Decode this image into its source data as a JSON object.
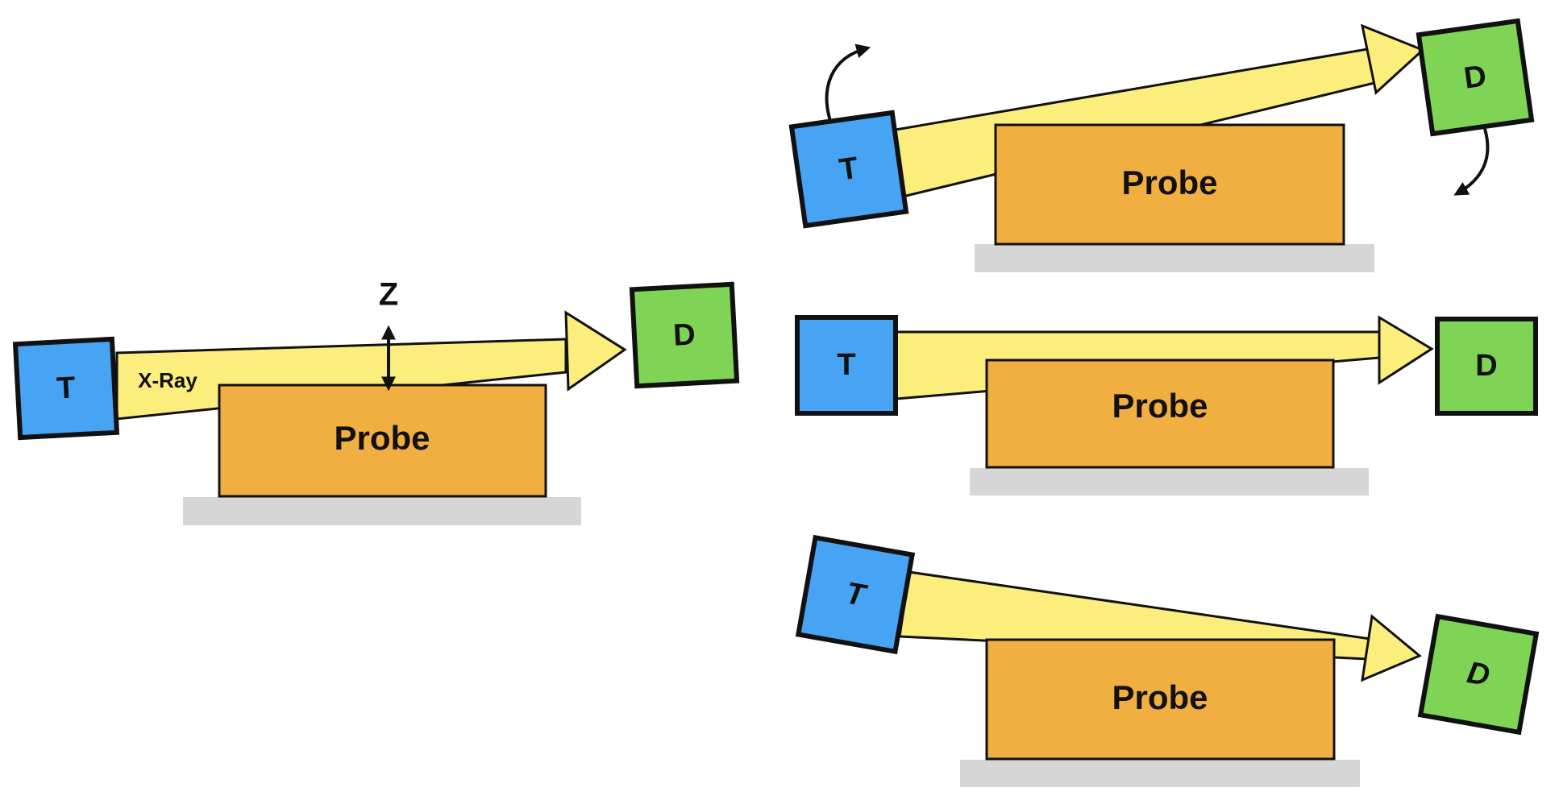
{
  "labels": {
    "tube": "T",
    "detector": "D",
    "probe": "Probe",
    "beam": "X-Ray",
    "height": "Z"
  },
  "colors": {
    "tube": "#47a3f3",
    "detector": "#80d455",
    "probe": "#f2af41",
    "beam": "#fcee7c",
    "stage": "#d6d6d6",
    "outline": "#111111"
  }
}
